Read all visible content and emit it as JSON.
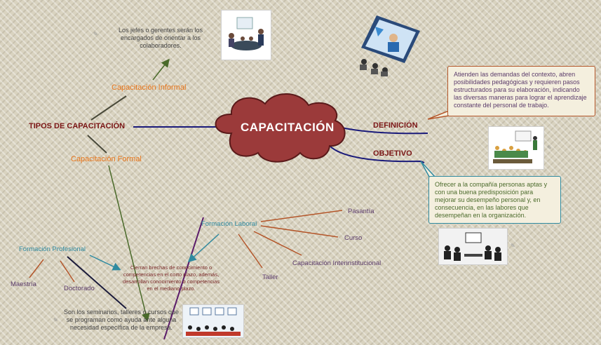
{
  "center": {
    "label": "CAPACITACIÓN",
    "color": "#9b3a3a"
  },
  "tipos": {
    "label": "TIPOS DE CAPACITACIÓN"
  },
  "definicion": {
    "label": "DEFINICIÓN",
    "text": "Atienden las demandas del contexto, abren posibilidades pedagógicas y requieren pasos estructurados para su elaboración, indicando las diversas maneras para lograr el aprendizaje constante del personal de trabajo."
  },
  "objetivo": {
    "label": "OBJETIVO",
    "text": "Ofrecer a la compañía personas aptas y con una buena predisposición para mejorar su desempeño personal y, en consecuencia, en las labores que desempeñan en la organización."
  },
  "informal": {
    "label": "Capacitación Informal",
    "note": "Los jefes o gerentes serán los encargados de orientar a los colaboradores."
  },
  "formal": {
    "label": "Capacitación Formal",
    "note": "Son los seminarios, talleres o cursos que se programan como ayuda ante alguna necesidad específica de la empresa."
  },
  "profesional": {
    "label": "Formación Profesional",
    "children": [
      "Maestría",
      "Doctorado"
    ]
  },
  "laboral": {
    "label": "Formación Laboral",
    "children": [
      "Pasantía",
      "Curso",
      "Capacitación Interinstitucional",
      "Taller"
    ]
  },
  "brechas": {
    "text": "Cierran brechas de conocimiento o competencias en el corto plazo, además, desarrollan conocimiento o competencias en el mediano plazo."
  },
  "colors": {
    "dark_red": "#7a1515",
    "orange": "#e8751a",
    "teal": "#2f8aa0",
    "purple": "#5a3a6a",
    "navy": "#1a1a7a",
    "olive": "#4a6a2a"
  }
}
